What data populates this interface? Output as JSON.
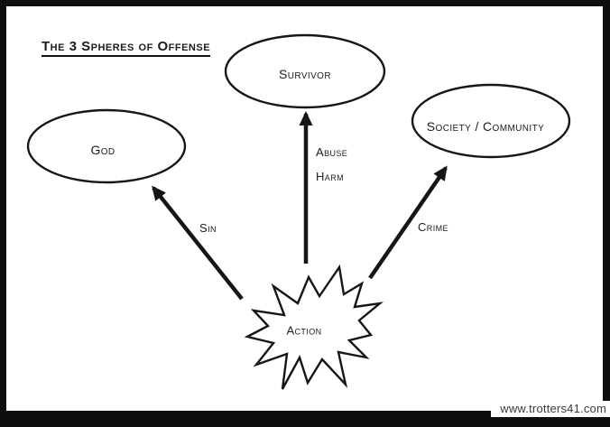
{
  "title": "The 3 Spheres of Offense",
  "nodes": {
    "god": {
      "label": "God"
    },
    "survivor": {
      "label": "Survivor"
    },
    "society": {
      "label": "Society / Community"
    },
    "action": {
      "label": "Action"
    }
  },
  "edges": {
    "sin": {
      "label": "Sin",
      "from": "action",
      "to": "god"
    },
    "abuse": {
      "label": "Abuse",
      "from": "action",
      "to": "survivor"
    },
    "harm": {
      "label": "Harm",
      "from": "action",
      "to": "survivor"
    },
    "crime": {
      "label": "Crime",
      "from": "action",
      "to": "society"
    }
  },
  "watermark": "www.trotters41.com",
  "colors": {
    "ink": "#161616",
    "background": "#ffffff",
    "frame": "#0e0e0e",
    "watermark_text": "#3b3b3b"
  }
}
